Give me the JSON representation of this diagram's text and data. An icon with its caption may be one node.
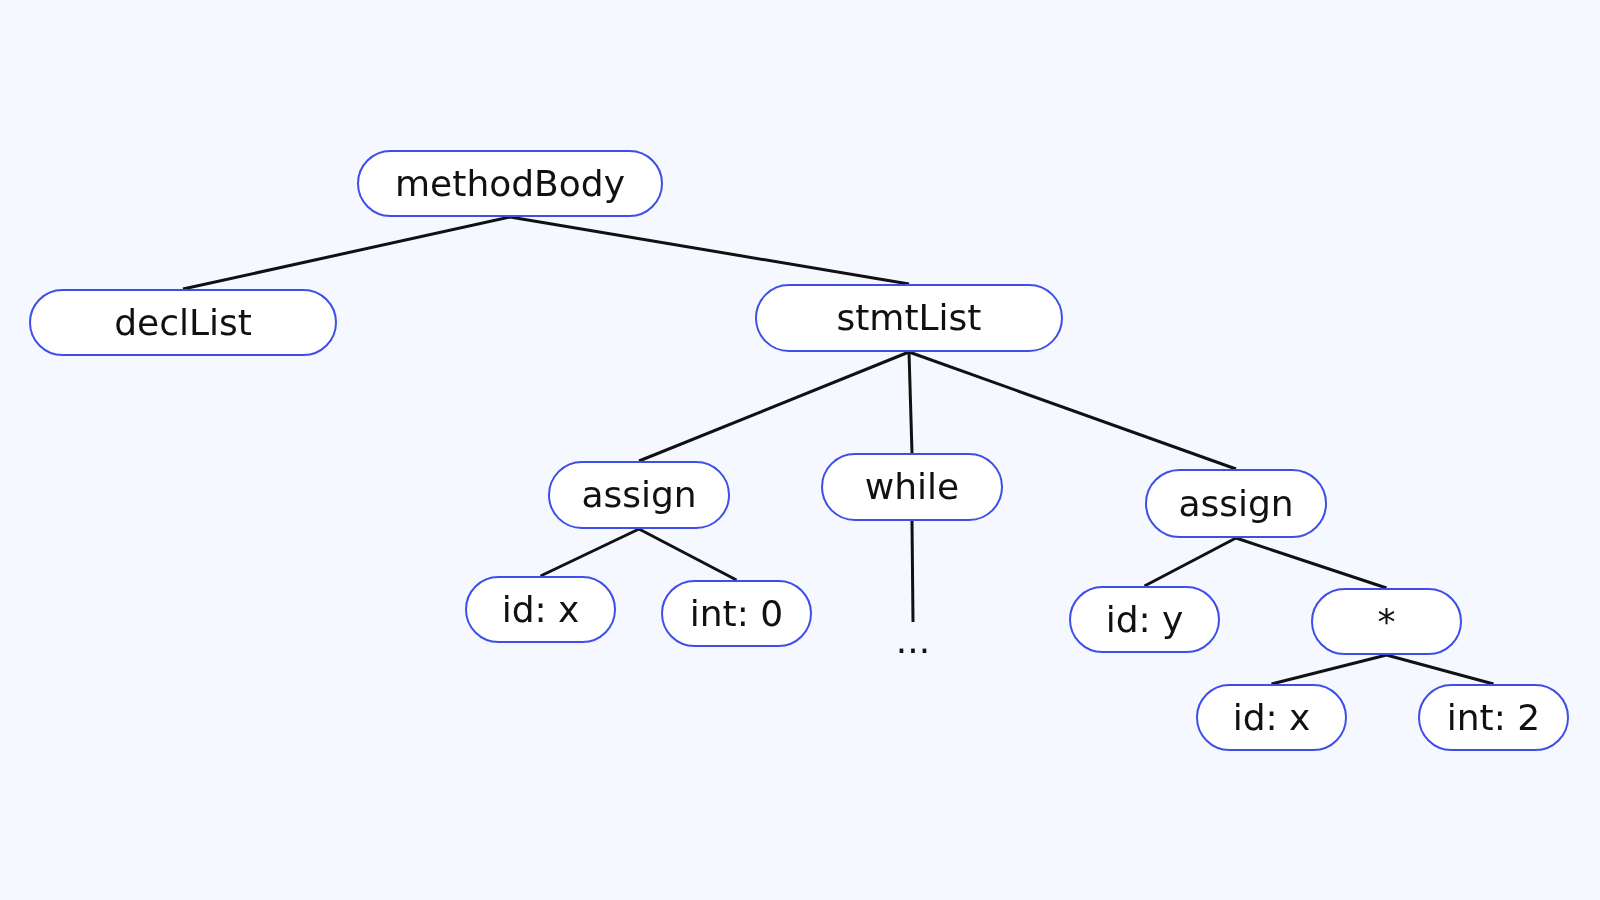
{
  "diagram": {
    "nodes": [
      {
        "text": [
          "methodBody"
        ]
      },
      {
        "text": [
          "declList"
        ]
      },
      {
        "text": [
          "stmtList"
        ]
      },
      {
        "text": [
          "assign"
        ]
      },
      {
        "text": [
          "while"
        ]
      },
      {
        "text": [
          "assign"
        ]
      },
      {
        "text": [
          "id: x"
        ]
      },
      {
        "text": [
          "int: 0"
        ]
      },
      {
        "text": [
          "..."
        ]
      },
      {
        "text": [
          "id: y"
        ]
      },
      {
        "text": [
          "*"
        ]
      },
      {
        "text": [
          "id: x"
        ]
      },
      {
        "text": [
          "int: 2"
        ]
      }
    ],
    "edges": [
      {
        "from": 0,
        "to": 1,
        "arrow": "none"
      },
      {
        "from": 0,
        "to": 2,
        "arrow": "none"
      },
      {
        "from": 2,
        "to": 3,
        "arrow": "none"
      },
      {
        "from": 2,
        "to": 4,
        "arrow": "none"
      },
      {
        "from": 2,
        "to": 5,
        "arrow": "none"
      },
      {
        "from": 3,
        "to": 6,
        "arrow": "none"
      },
      {
        "from": 3,
        "to": 7,
        "arrow": "none"
      },
      {
        "from": 4,
        "to": 8,
        "arrow": "none"
      },
      {
        "from": 5,
        "to": 9,
        "arrow": "none"
      },
      {
        "from": 5,
        "to": 10,
        "arrow": "none"
      },
      {
        "from": 10,
        "to": 11,
        "arrow": "none"
      },
      {
        "from": 10,
        "to": 12,
        "arrow": "none"
      }
    ]
  }
}
